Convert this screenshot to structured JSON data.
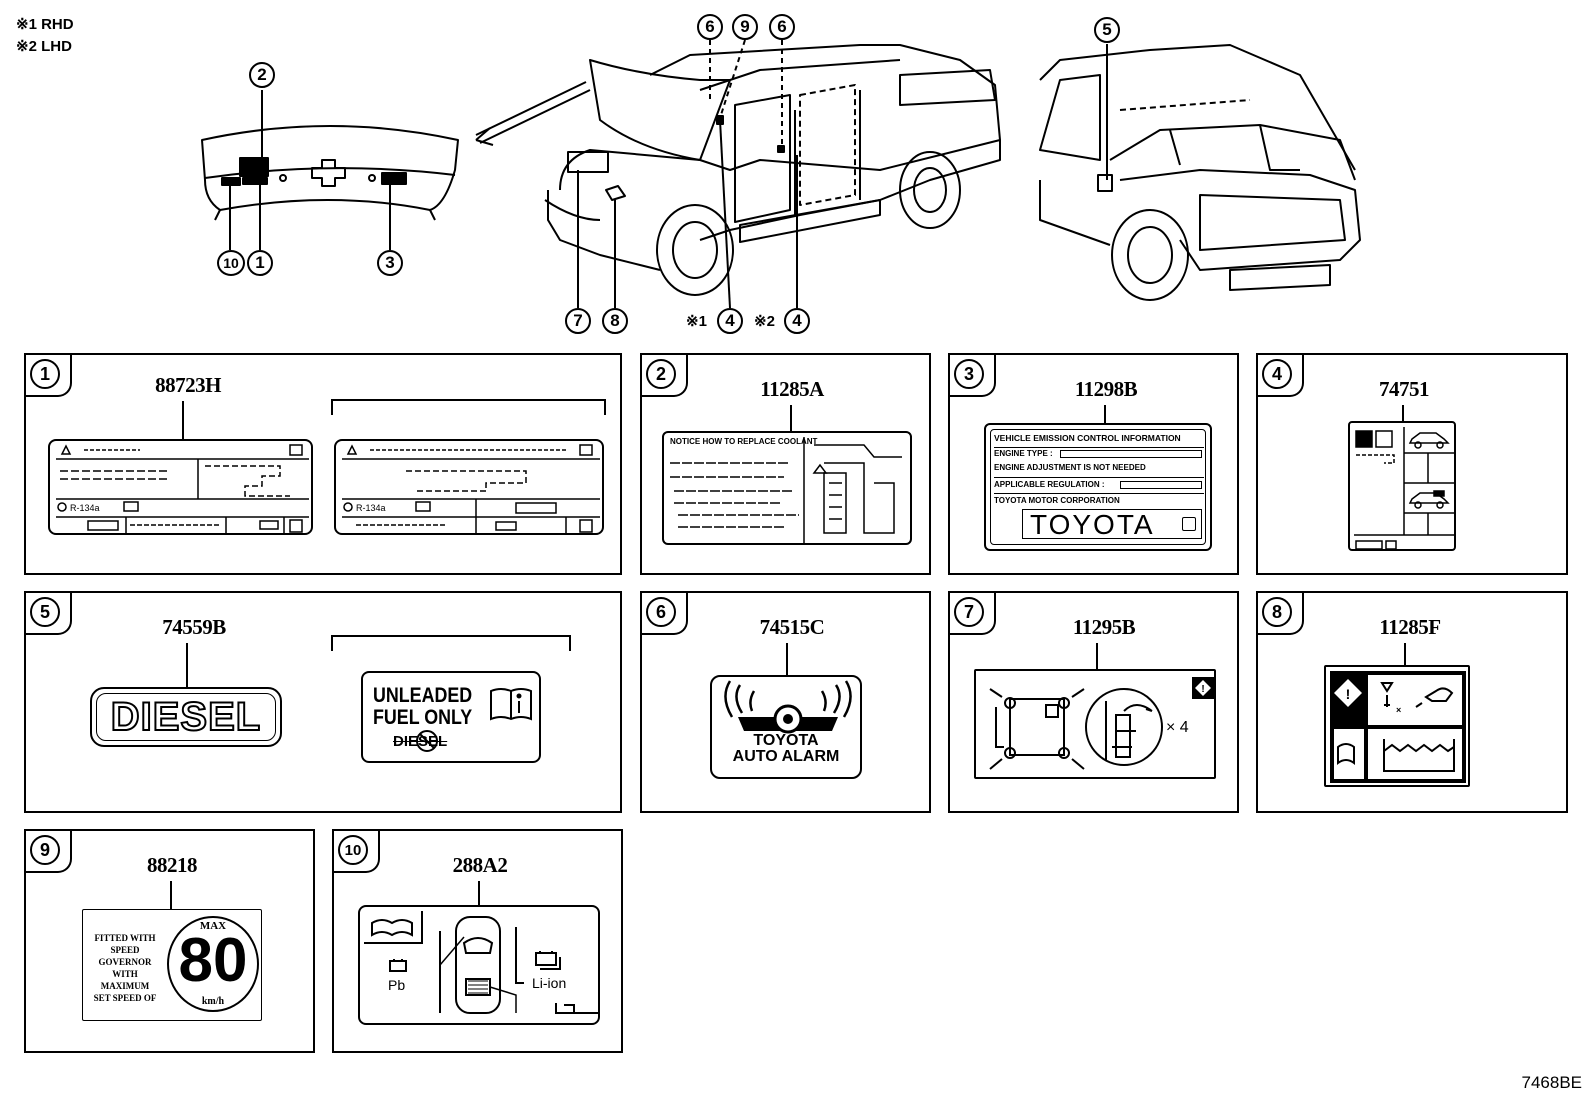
{
  "legend": {
    "rhd": "※1 RHD",
    "lhd": "※2 LHD"
  },
  "callouts": {
    "c1": "1",
    "c2": "2",
    "c3": "3",
    "c4": "4",
    "c5": "5",
    "c6": "6",
    "c7": "7",
    "c8": "8",
    "c9": "9",
    "c10": "10",
    "note1": "※1",
    "note2": "※2"
  },
  "panels": [
    {
      "num": "1",
      "code": "88723H"
    },
    {
      "num": "2",
      "code": "11285A"
    },
    {
      "num": "3",
      "code": "11298B"
    },
    {
      "num": "4",
      "code": "74751"
    },
    {
      "num": "5",
      "code": "74559B"
    },
    {
      "num": "6",
      "code": "74515C"
    },
    {
      "num": "7",
      "code": "11295B"
    },
    {
      "num": "8",
      "code": "11285F"
    },
    {
      "num": "9",
      "code": "88218"
    },
    {
      "num": "10",
      "code": "288A2"
    }
  ],
  "labels": {
    "p1_left_snippet": "R-134a",
    "p2_header": "NOTICE  HOW TO REPLACE COOLANT",
    "p3": {
      "line1": "VEHICLE EMISSION CONTROL INFORMATION",
      "line2": "ENGINE TYPE :",
      "line3": "ENGINE ADJUSTMENT IS NOT NEEDED",
      "line4": "APPLICABLE REGULATION :",
      "line5": "TOYOTA MOTOR CORPORATION",
      "brand": "TOYOTA"
    },
    "p5": {
      "diesel": "DIESEL",
      "unleaded1": "UNLEADED",
      "unleaded2": "FUEL ONLY",
      "crossed": "DIESEL"
    },
    "p6": {
      "line1": "TOYOTA",
      "line2": "AUTO ALARM"
    },
    "p7": {
      "times": "× 4"
    },
    "p9": {
      "l1": "FITTED WITH",
      "l2": "SPEED",
      "l3": "GOVERNOR",
      "l4": "WITH MAXIMUM",
      "l5": "SET SPEED OF",
      "max": "MAX",
      "speed": "80",
      "unit": "km/h"
    },
    "p10": {
      "pb": "Pb",
      "liion": "Li-ion"
    }
  },
  "figure_code": "7468BE"
}
